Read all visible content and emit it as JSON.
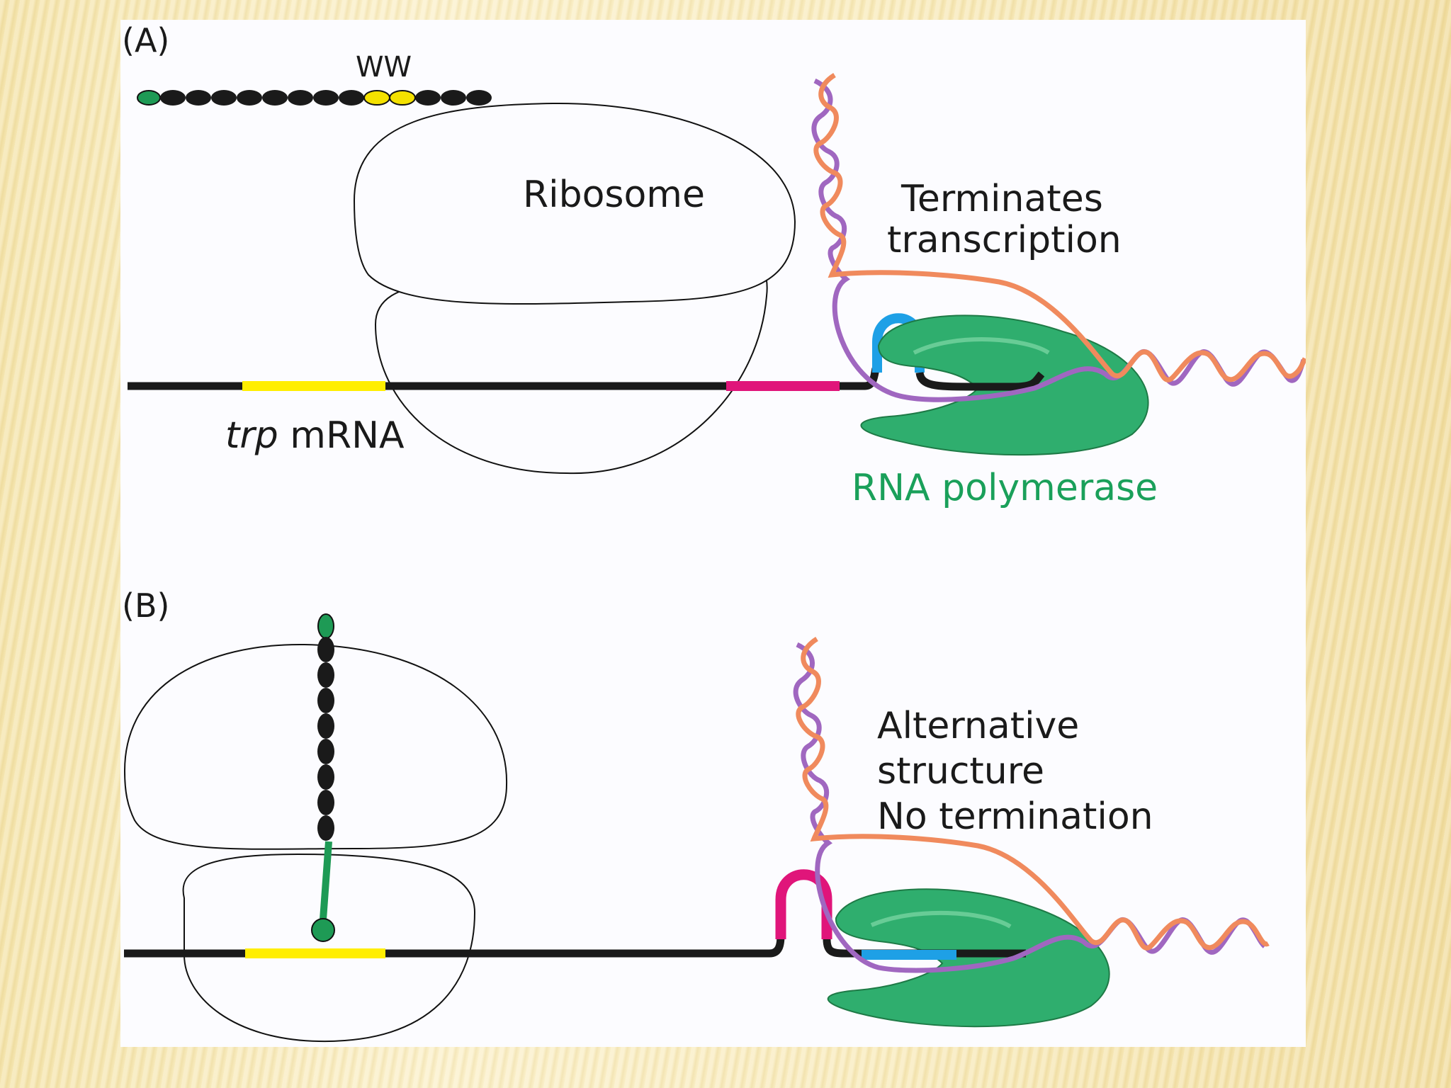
{
  "panel_a": {
    "letter": "(A)",
    "peptide_label": "WW",
    "ribosome_label": "Ribosome",
    "status_line1": "Terminates",
    "status_line2": "transcription",
    "mrna_label_italic": "trp",
    "mrna_label": " mRNA",
    "polymerase_label": "RNA polymerase"
  },
  "panel_b": {
    "letter": "(B)",
    "status_line1": "Alternative",
    "status_line2": "structure",
    "status_line3": "No termination"
  },
  "colors": {
    "background": "#f6e6b0",
    "panel": "#fcfcff",
    "mrna": "#1a1a1a",
    "trp_codons": "#ffee00",
    "attenuator_magenta": "#e0157a",
    "hairpin_blue": "#1ea0e6",
    "polymerase_green": "#2fae6e",
    "dna_orange": "#f08a5d",
    "dna_purple": "#a067c0",
    "amino_acid_dark": "#1a1a1a",
    "amino_acid_green": "#1e9a55",
    "trp_residue": "#f4e100"
  },
  "icons": {
    "ribosome": "ribosome-shape",
    "polymerase": "rna-polymerase-shape",
    "dna": "double-helix"
  }
}
